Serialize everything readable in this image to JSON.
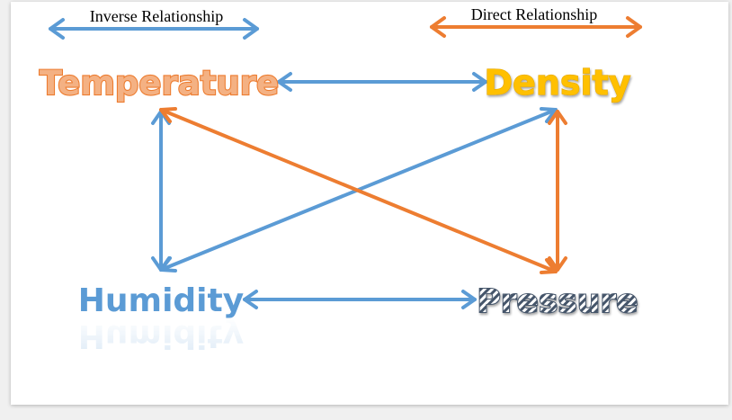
{
  "legend": {
    "inverse": {
      "label": "Inverse Relationship",
      "color": "#5b9bd5"
    },
    "direct": {
      "label": "Direct Relationship",
      "color": "#ed7d31"
    }
  },
  "nodes": {
    "temperature": {
      "label": "Temperature",
      "fill": "#f4b183",
      "stroke": "#ed7d31"
    },
    "density": {
      "label": "Density",
      "fill": "#ffc000",
      "stroke": "#e6a800"
    },
    "humidity": {
      "label": "Humidity",
      "fill": "#5b9bd5"
    },
    "pressure": {
      "label": "Pressure",
      "fill": "#44546a"
    }
  },
  "relationships": [
    {
      "from": "temperature",
      "to": "density",
      "type": "inverse"
    },
    {
      "from": "humidity",
      "to": "pressure",
      "type": "inverse"
    },
    {
      "from": "temperature",
      "to": "humidity",
      "type": "inverse"
    },
    {
      "from": "density",
      "to": "humidity",
      "type": "inverse"
    },
    {
      "from": "temperature",
      "to": "pressure",
      "type": "direct"
    },
    {
      "from": "density",
      "to": "pressure",
      "type": "direct"
    }
  ]
}
